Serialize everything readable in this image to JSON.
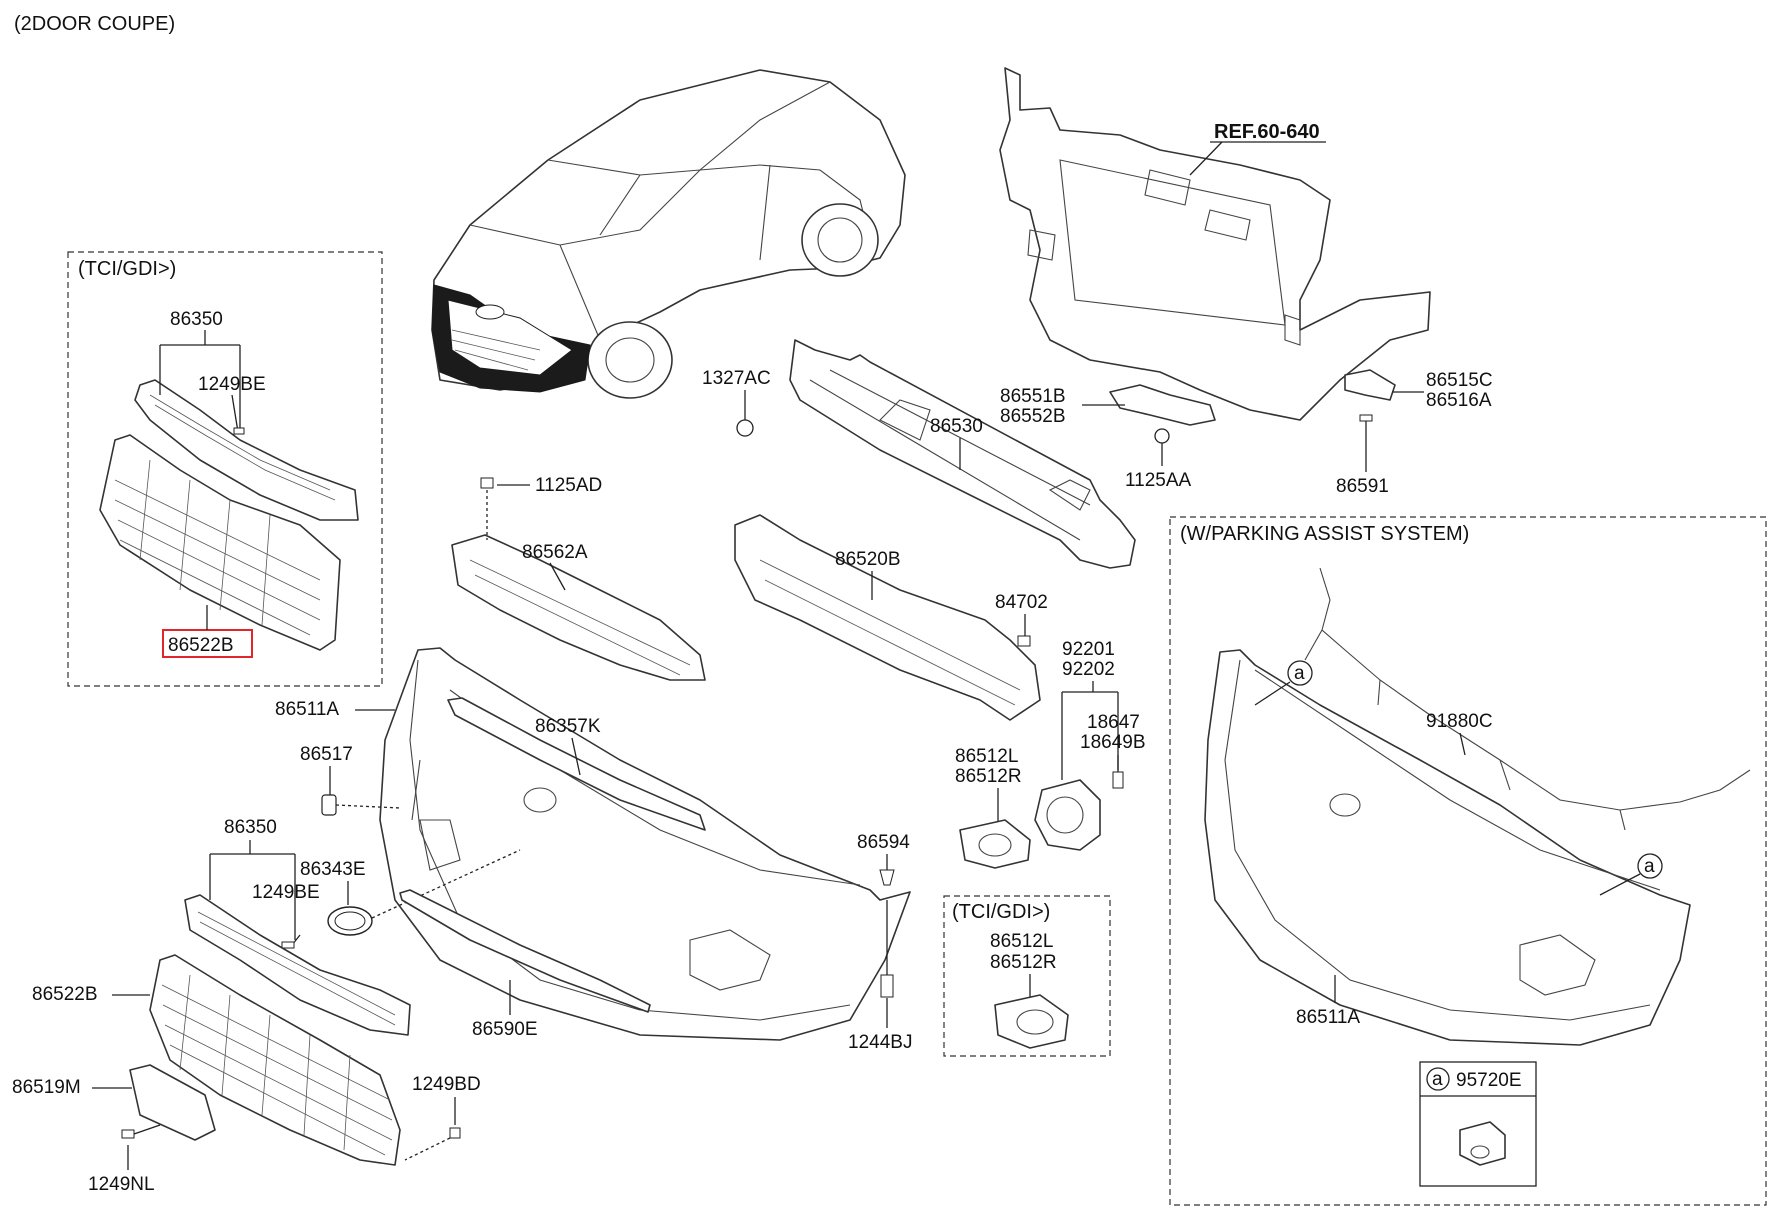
{
  "diagram": {
    "captions": {
      "model": "(2DOOR COUPE)",
      "tci_gdi_top": "(TCI/GDI>)",
      "tci_gdi_bottom": "(TCI/GDI>)",
      "parking_assist": "(W/PARKING ASSIST SYSTEM)"
    },
    "reference": "REF.60-640",
    "parts": {
      "p86350_top": "86350",
      "p1249BE_top": "1249BE",
      "p86522B_highlight": "86522B",
      "p1327AC": "1327AC",
      "p86530": "86530",
      "p86551B": "86551B",
      "p86552B": "86552B",
      "p1125AA": "1125AA",
      "p86515C": "86515C",
      "p86516A": "86516A",
      "p86591": "86591",
      "p1125AD": "1125AD",
      "p86562A": "86562A",
      "p86520B": "86520B",
      "p84702": "84702",
      "p92201": "92201",
      "p92202": "92202",
      "p18647": "18647",
      "p18649B": "18649B",
      "p86511A_left": "86511A",
      "p86357K": "86357K",
      "p86517": "86517",
      "p86512L_mid": "86512L",
      "p86512R_mid": "86512R",
      "p86350_bottom": "86350",
      "p86343E": "86343E",
      "p1249BE_bottom": "1249BE",
      "p86594": "86594",
      "p86522B_bottom": "86522B",
      "p86590E": "86590E",
      "p1244BJ": "1244BJ",
      "p86512L_box": "86512L",
      "p86512R_box": "86512R",
      "p86519M": "86519M",
      "p1249BD": "1249BD",
      "p1249NL": "1249NL",
      "p91880C": "91880C",
      "p86511A_right": "86511A",
      "p95720E": "95720E"
    },
    "callout_letter": "a",
    "highlight_color": "#e0262b"
  }
}
